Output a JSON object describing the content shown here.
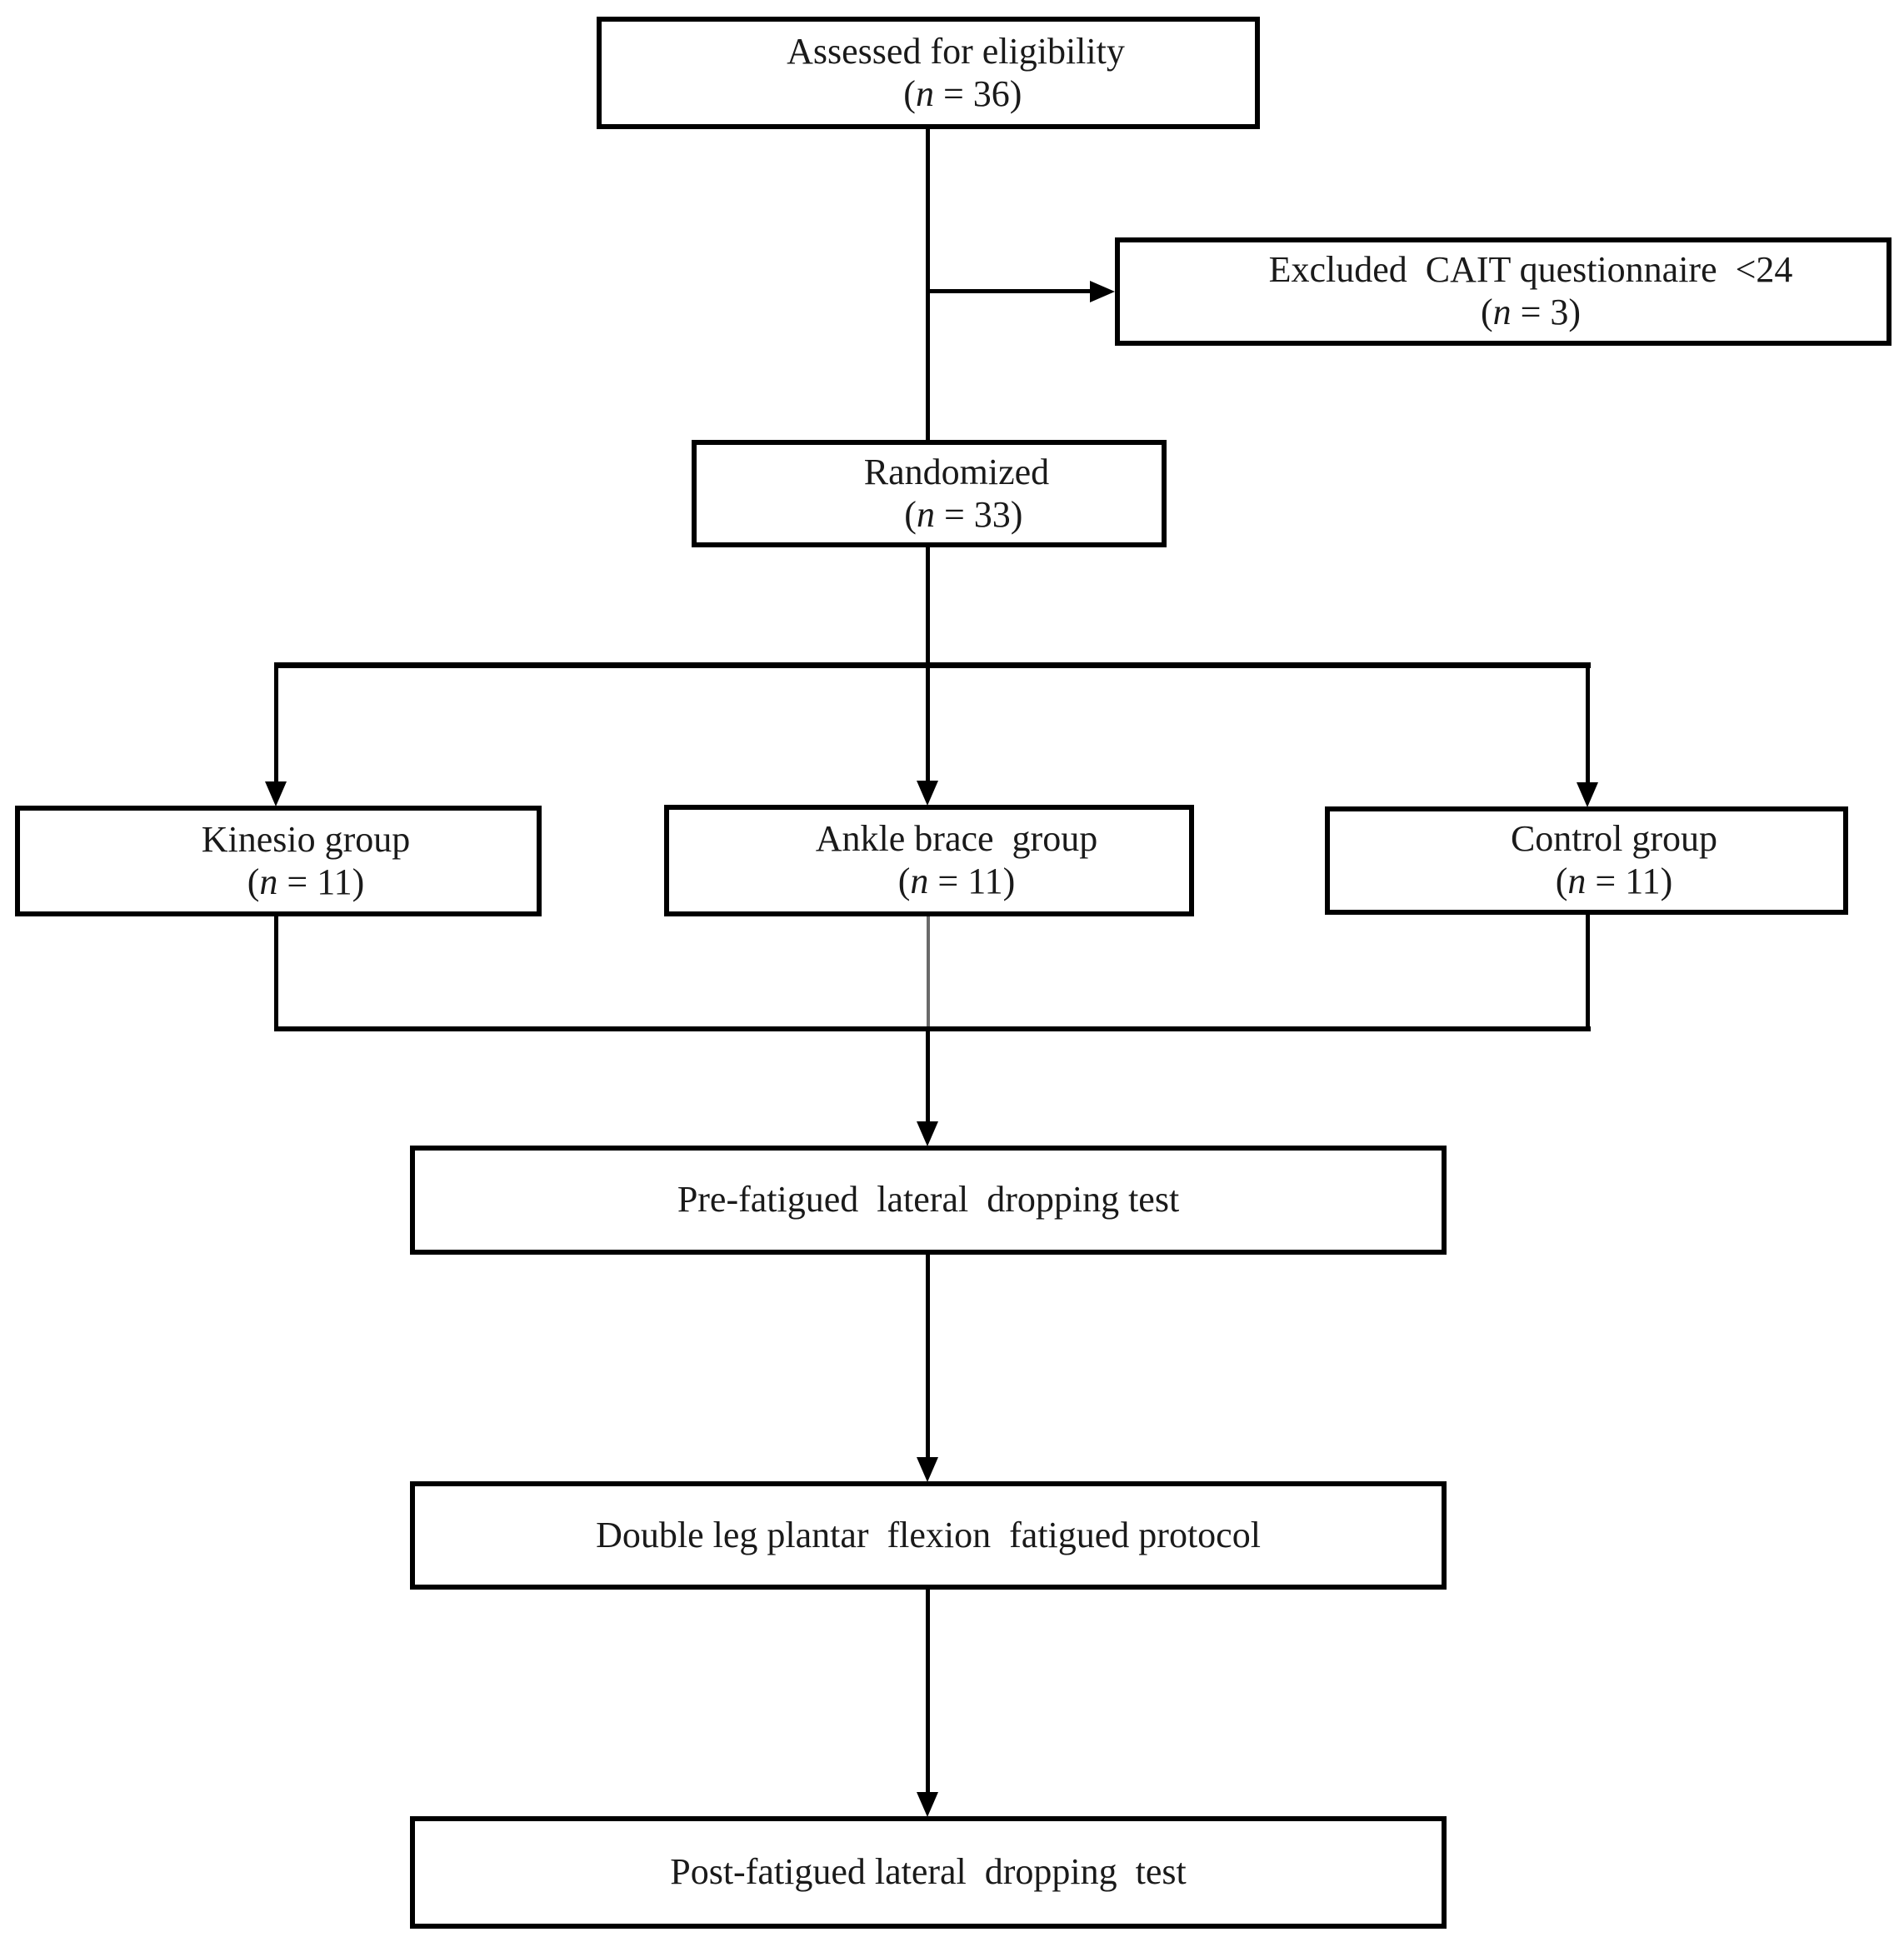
{
  "flowchart": {
    "type": "flowchart",
    "boxes": {
      "assessed": {
        "label": "Assessed for eligibility",
        "n_open": "(",
        "n_sym": "n",
        "n_rest": " = 36)"
      },
      "excluded": {
        "label": "Excluded  CAIT questionnaire  <24",
        "n_open": "(",
        "n_sym": "n",
        "n_rest": " = 3)"
      },
      "randomized": {
        "label": "Randomized",
        "n_open": "(",
        "n_sym": "n",
        "n_rest": " = 33)"
      },
      "kinesio": {
        "label": "Kinesio group",
        "n_open": "(",
        "n_sym": "n",
        "n_rest": " = 11)"
      },
      "ankle": {
        "label": "Ankle brace  group",
        "n_open": "(",
        "n_sym": "n",
        "n_rest": " = 11)"
      },
      "control": {
        "label": "Control group",
        "n_open": "(",
        "n_sym": "n",
        "n_rest": " = 11)"
      },
      "prefatigued": {
        "label": "Pre-fatigued  lateral  dropping test"
      },
      "fatigueprotocol": {
        "label": "Double leg plantar  flexion  fatigued protocol"
      },
      "postfatigued": {
        "label": "Post-fatigued lateral  dropping  test"
      }
    },
    "colors": {
      "line": "#000000",
      "gray_line": "#6a6a6a",
      "box_border": "#000000",
      "text": "#1a1a1a",
      "background": "#ffffff"
    }
  }
}
